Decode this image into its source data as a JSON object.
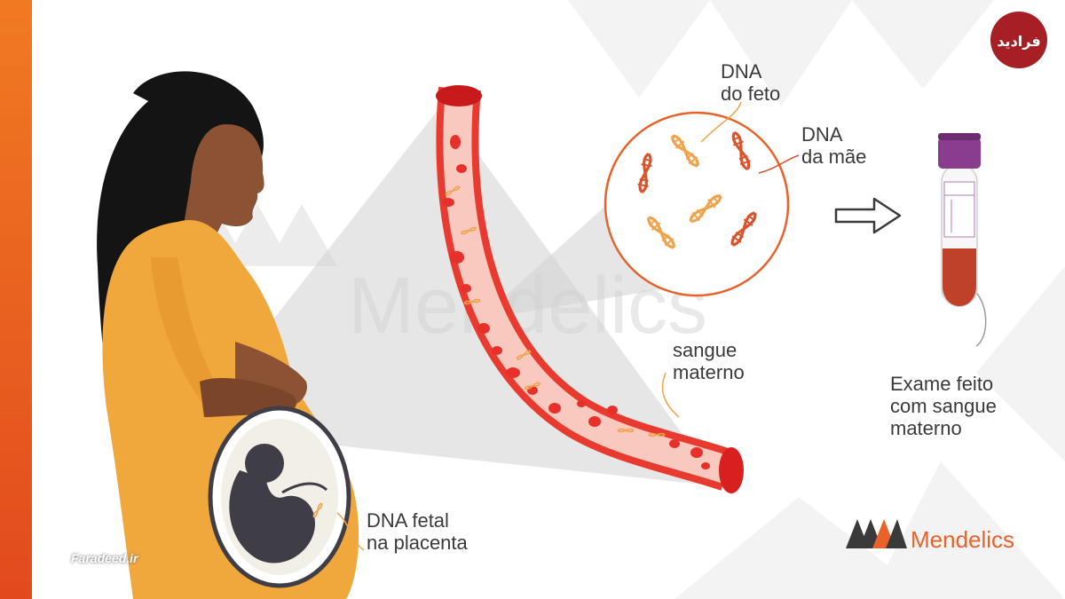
{
  "labels": {
    "fetal_dna_line1": "DNA",
    "fetal_dna_line2": "do feto",
    "mother_dna_line1": "DNA",
    "mother_dna_line2": "da mãe",
    "maternal_blood_line1": "sangue",
    "maternal_blood_line2": "materno",
    "exam_line1": "Exame feito",
    "exam_line2": "com sangue",
    "exam_line3": "materno",
    "placenta_line1": "DNA fetal",
    "placenta_line2": "na placenta"
  },
  "brand": {
    "name": "Mendelics",
    "watermark_text": "Mendelics"
  },
  "source_watermark": {
    "text": "Faradeed.ir",
    "badge_text": "فرادید"
  },
  "colors": {
    "accent": "#e8622a",
    "skin": "#8b5234",
    "hair": "#141414",
    "dress": "#f0a73c",
    "blood_red": "#d9201f",
    "vessel_lumen": "#f9c9c0",
    "dna_orange": "#f0a34a",
    "dna_red": "#d9542b",
    "tube_cap": "#8a3d8e",
    "tube_blood": "#c0412a",
    "fetus": "#3f3e46",
    "text": "#3a3a3a"
  },
  "icons": [
    "arrow-right-icon",
    "dna-helix-icon",
    "mendelics-logo-icon",
    "faradeed-logo-icon"
  ]
}
